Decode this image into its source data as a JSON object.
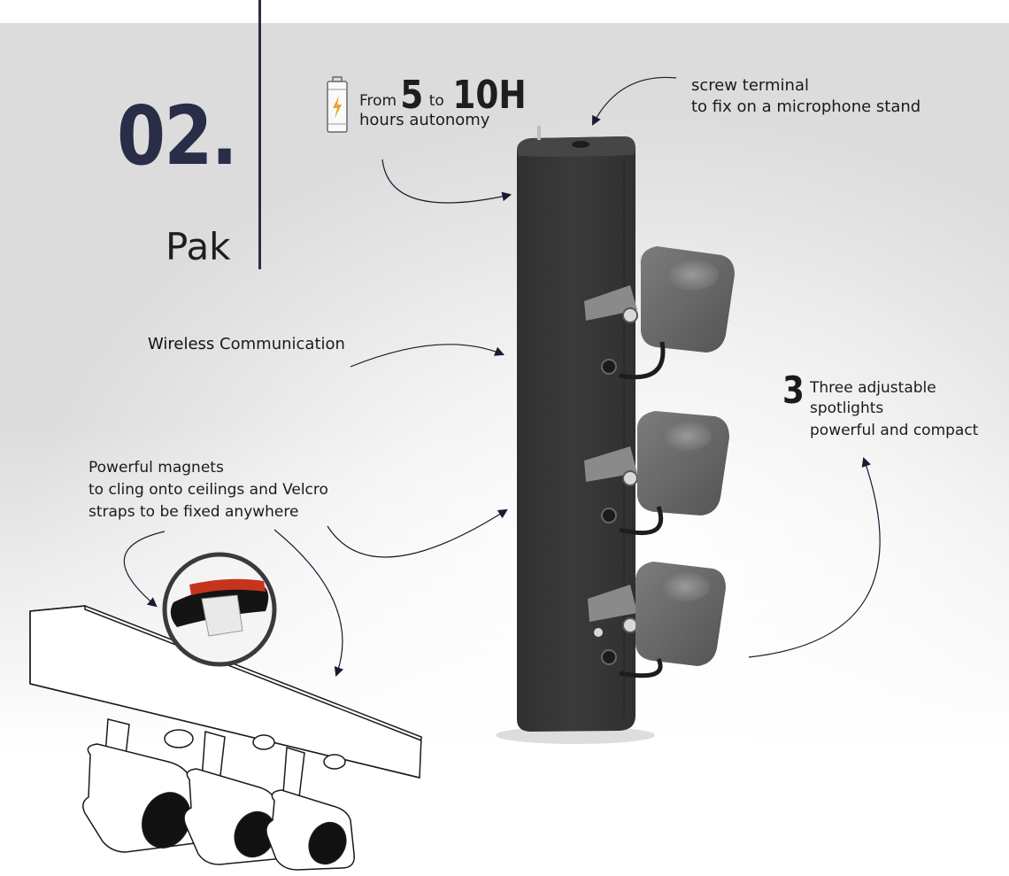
{
  "section": {
    "number": "02.",
    "title": "Pak"
  },
  "autonomy": {
    "from": "From",
    "min": "5",
    "to": "to",
    "max": "10H",
    "label": "hours autonomy"
  },
  "screw": {
    "title": "screw terminal",
    "description": "to fix on a microphone stand"
  },
  "wireless": {
    "bold": "Wireless",
    "rest": " Communication"
  },
  "spotlights": {
    "number": "3",
    "line1": "Three adjustable",
    "line2": "spotlights",
    "line3": "powerful and compact"
  },
  "magnets": {
    "line1": "Powerful magnets",
    "line2": "to cling onto ceilings and Velcro",
    "line3": "straps to be fixed anywhere"
  },
  "colors": {
    "accent": "#2a2d47",
    "battery_bolt": "#e8a530",
    "device_body": "#3a3a3a",
    "strap_red": "#c8331e"
  },
  "icons": {
    "battery": "battery-charging-icon"
  }
}
